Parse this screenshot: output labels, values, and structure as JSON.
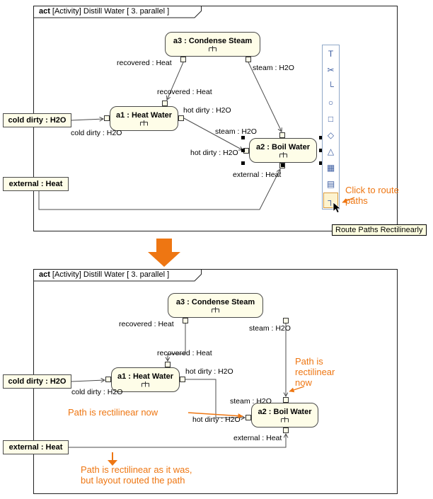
{
  "colors": {
    "accent_orange": "#ee7612",
    "node_fill": "#fefde8",
    "node_border": "#4a4a4a",
    "wire": "#4d4d4d",
    "tooltip_bg": "#ffffe1",
    "toolbar_border": "#90a8c8",
    "highlight_border": "#d89a3e",
    "highlight_bg": "#fdf3cf"
  },
  "frame": {
    "keyword": "act",
    "title": "[Activity] Distill Water [ 3. parallel ]"
  },
  "nodes": {
    "a1": "a1 : Heat Water",
    "a2": "a2 : Boil Water",
    "a3": "a3 : Condense Steam",
    "cold_dirty": "cold dirty : H2O",
    "external": "external : Heat"
  },
  "pins": {
    "recovered": "recovered : Heat",
    "steam": "steam : H2O",
    "hot_dirty": "hot dirty : H2O",
    "cold_dirty": "cold dirty : H2O",
    "external": "external : Heat"
  },
  "toolbar": {
    "tooltip": "Route Paths Rectilinearly",
    "buttons": [
      {
        "name": "text-tool",
        "glyph": "T"
      },
      {
        "name": "scissors-tool",
        "glyph": "✂"
      },
      {
        "name": "corner-path-tool",
        "glyph": "└"
      },
      {
        "name": "circle-tool",
        "glyph": "○"
      },
      {
        "name": "rectangle-tool",
        "glyph": "□"
      },
      {
        "name": "diamond-tool",
        "glyph": "◇"
      },
      {
        "name": "triangle-tool",
        "glyph": "△"
      },
      {
        "name": "grid-tool",
        "glyph": "▦"
      },
      {
        "name": "list-tool",
        "glyph": "▤"
      },
      {
        "name": "route-paths-rectilinearly",
        "glyph": "┐"
      }
    ]
  },
  "annotations": {
    "click_to_route": "Click to route paths",
    "path_rectilinear_now": "Path is rectilinear now",
    "path_as_was_line1": "Path is rectilinear as it was,",
    "path_as_was_line2": "but layout routed the path"
  }
}
